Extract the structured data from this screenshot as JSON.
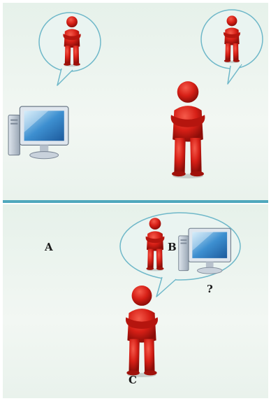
{
  "labels": {
    "a": "A",
    "b": "B",
    "c": "C",
    "question": "?"
  },
  "icons": {
    "figure": "red-3d-person-figure",
    "computer": "desktop-computer-monitor",
    "thought_bubble": "thought-bubble"
  },
  "colors": {
    "figure_red": "#d61f16",
    "figure_shadow": "#8c0d08",
    "bubble_stroke": "#6fb8c9",
    "divider": "#4fa8bd",
    "background": "#eaf3ed"
  }
}
